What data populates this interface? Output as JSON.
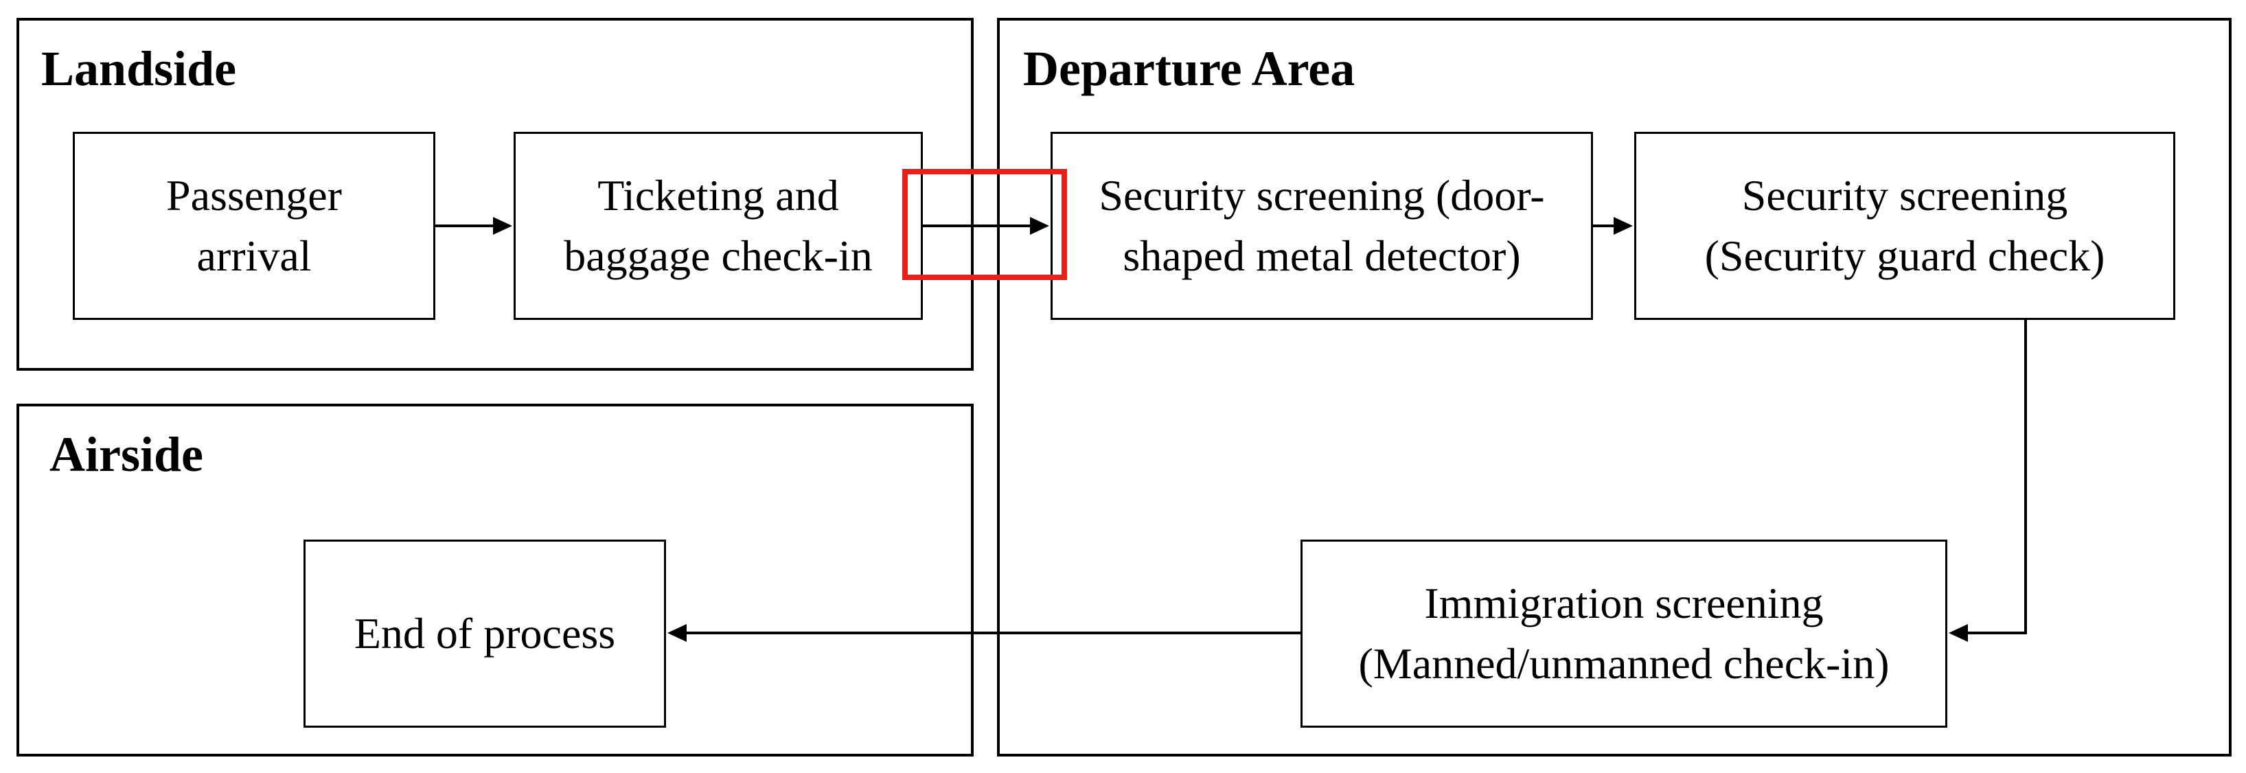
{
  "regions": {
    "landside": {
      "title": "Landside"
    },
    "departure": {
      "title": "Departure Area"
    },
    "airside": {
      "title": "Airside"
    }
  },
  "nodes": {
    "passenger_arrival": "Passenger\narrival",
    "ticketing": "Ticketing and\nbaggage check-in",
    "security_metal": "Security screening (door-\nshaped metal detector)",
    "security_guard": "Security screening\n(Security guard check)",
    "immigration": "Immigration screening\n(Manned/unmanned check-in)",
    "end": "End of process"
  },
  "highlight": {
    "color": "#e8201c"
  }
}
